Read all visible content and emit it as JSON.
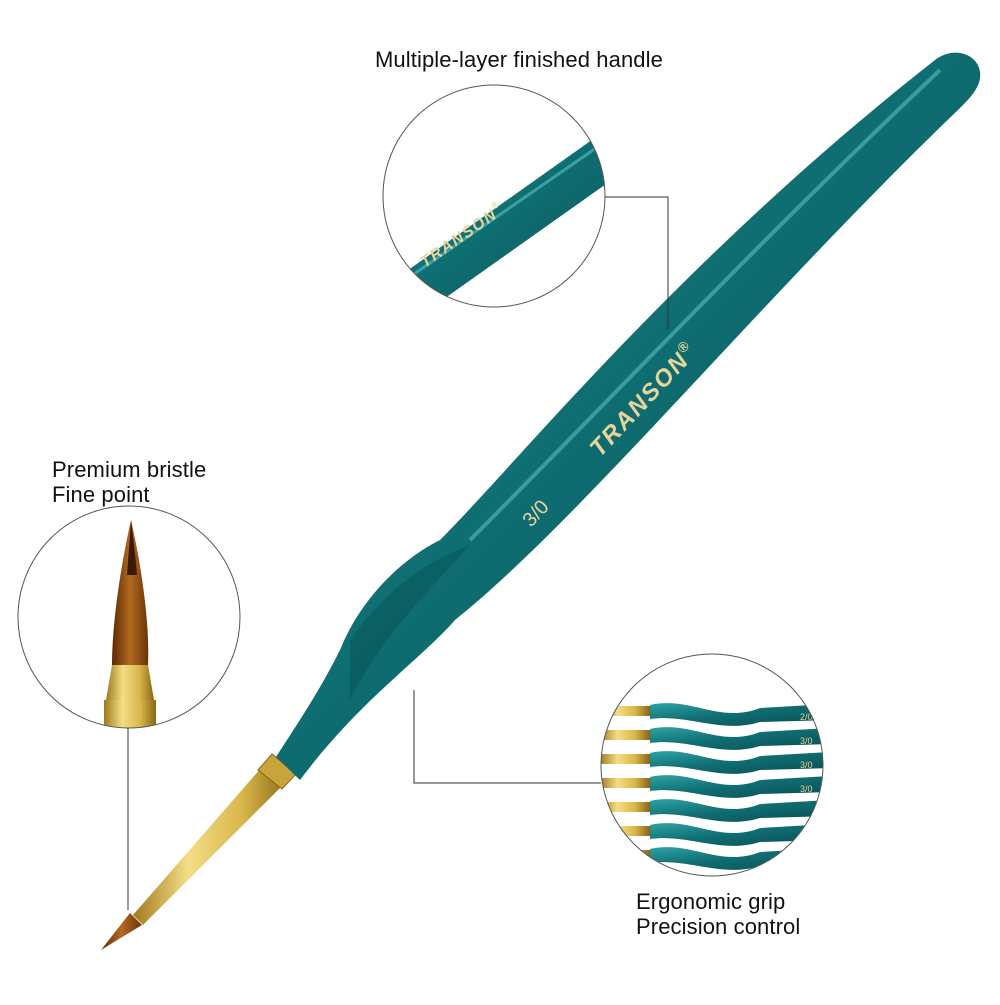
{
  "labels": {
    "handle": "Multiple-layer finished handle",
    "bristle": [
      "Premium bristle",
      "Fine point"
    ],
    "grip": [
      "Ergonomic grip",
      "Precision control"
    ]
  },
  "brush": {
    "brand": "TRANSON",
    "registered": "®",
    "size": "3/0"
  },
  "grip_set_sizes": [
    "2/0",
    "3/0",
    "3/0",
    "3/0"
  ],
  "colors": {
    "handle": "#0f6f73",
    "handle_dark": "#084c50",
    "handle_light": "#2fa3a5",
    "gold": "#d8b64a",
    "bristle": "#9a4f10",
    "text": "#111111",
    "leader": "#333333"
  }
}
